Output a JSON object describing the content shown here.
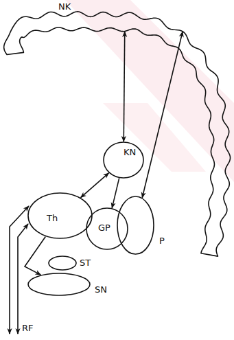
{
  "diagram": {
    "nodes": [
      {
        "text": [
          "NK"
        ]
      },
      {
        "text": [
          "KN"
        ]
      },
      {
        "text": [
          "Th"
        ]
      },
      {
        "text": [
          "GP"
        ]
      },
      {
        "text": [
          "P"
        ]
      },
      {
        "text": [
          "ST"
        ]
      },
      {
        "text": [
          "SN"
        ]
      }
    ],
    "edges": [
      {
        "from": 1,
        "to": 0,
        "arrow": "both"
      },
      {
        "from": 2,
        "to": 1,
        "arrow": "both"
      },
      {
        "from": 1,
        "to": 3,
        "arrow": "to"
      },
      {
        "from": 4,
        "to": 0,
        "arrow": "both"
      },
      {
        "from": 2,
        "to": 6,
        "arrow": "to"
      }
    ],
    "labels": [
      "RF"
    ]
  }
}
